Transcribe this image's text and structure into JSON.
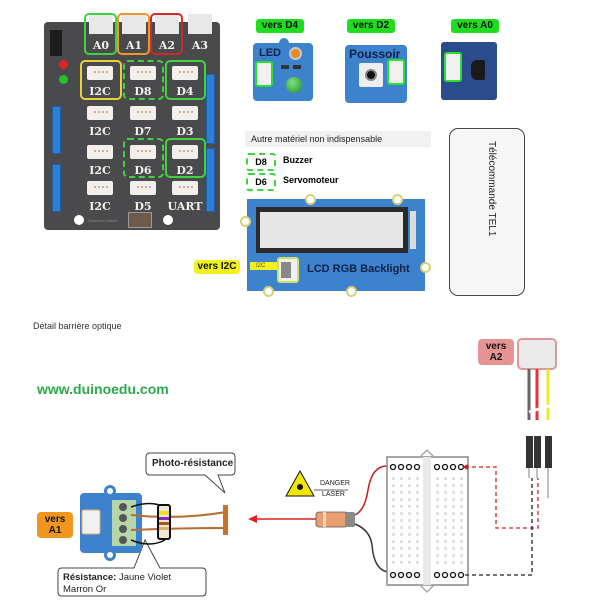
{
  "base_shield": {
    "analog_ports": [
      "A0",
      "A1",
      "A2",
      "A3"
    ],
    "grid_ports": [
      [
        "I2C",
        "D8",
        "D4"
      ],
      [
        "I2C",
        "D7",
        "D3"
      ],
      [
        "I2C",
        "D6",
        "D2"
      ],
      [
        "I2C",
        "D5",
        "UART"
      ]
    ],
    "silkscreen": "Duinoedu Shield"
  },
  "modules": {
    "led": {
      "tag": "vers D4",
      "label": "LED"
    },
    "button": {
      "tag": "vers D2",
      "label": "Poussoir"
    },
    "ir_receiver": {
      "tag": "vers A0"
    }
  },
  "optional": {
    "title": "Autre matériel non indispensable",
    "items": [
      {
        "port": "D8",
        "label": "Buzzer"
      },
      {
        "port": "D6",
        "label": "Servomoteur"
      }
    ]
  },
  "lcd": {
    "tag": "vers I2C",
    "port_label": "I2C",
    "label": "LCD RGB Backlight"
  },
  "remote": {
    "label": "Télécommande TEL1"
  },
  "detail_title": "Détail barrière optique",
  "website": "www.duinoedu.com",
  "optical_barrier": {
    "a1_tag": "vers A1",
    "a2_tag": "vers A2",
    "photoresistor_callout": "Photo-résistance",
    "resistor_callout_bold": "Résistance:",
    "resistor_callout_text": "Jaune Violet Marron Or",
    "laser_warning_line1": "DANGER",
    "laser_warning_line2": "LASER"
  },
  "colors": {
    "green_tag": "#1fdc1f",
    "yellow_tag": "#f2f21a",
    "orange_tag": "#f0961e",
    "pink_tag": "#e59393",
    "website_green": "#2aa84a"
  }
}
